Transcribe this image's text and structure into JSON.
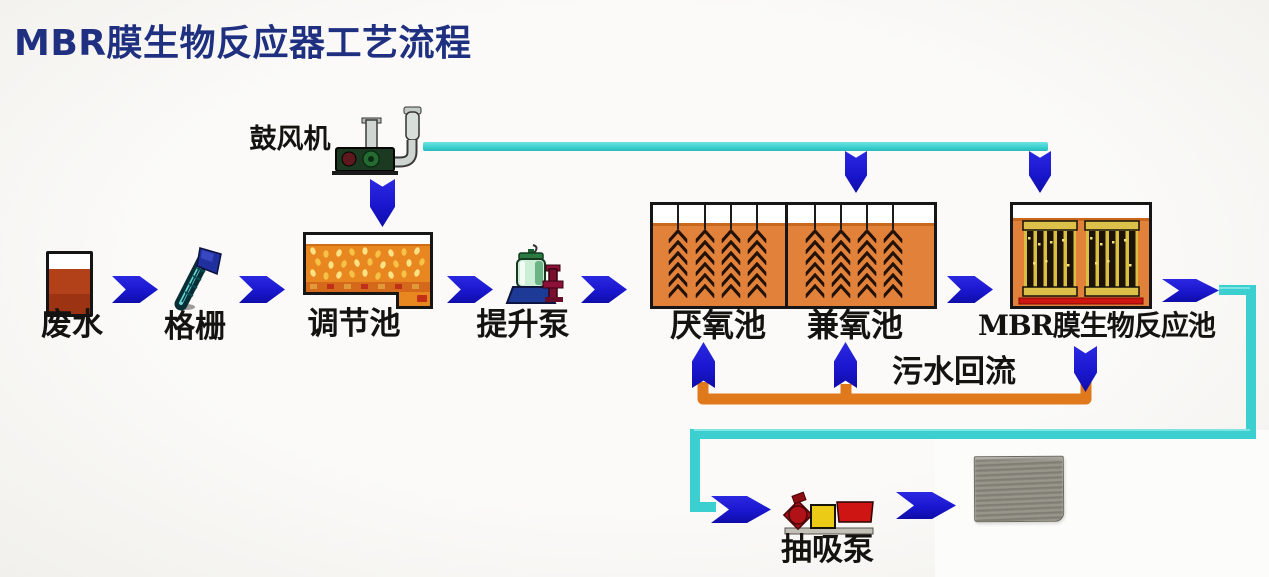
{
  "title": "MBR膜生物反应器工艺流程",
  "labels": {
    "blower": "鼓风机",
    "wastewater": "废水",
    "screen": "格栅",
    "regulating_tank": "调节池",
    "lift_pump": "提升泵",
    "anaerobic_tank": "厌氧池",
    "facultative_tank": "兼氧池",
    "mbr_tank": "MBR膜生物反应池",
    "return_flow": "污水回流",
    "suction_pump": "抽吸泵"
  },
  "colors": {
    "title_navy": "#1f3080",
    "arrow_blue": "#1a17cf",
    "air_effluent_cyan": "#3bcfd0",
    "return_orange": "#e0791c",
    "tank_fill_orange": "#e1813a",
    "reg_tank_orange": "#e8861f",
    "tank_border_black": "#161616",
    "aeration_bar_red": "#d01510",
    "wastewater_brown": "#a93c17",
    "membrane_yellow": "#d9c040",
    "lift_pump_green": "#cdeed6",
    "pump_base_blue": "#1d3a96",
    "suction_pump_red": "#a80f18",
    "sludge_gray": "#8d8b80"
  },
  "structure": {
    "bio_tank": {
      "compartments": 2,
      "media_columns": 8,
      "chevrons_per_column": 6
    },
    "mbr_tank": {
      "membrane_modules": 2,
      "stripes_per_module": 5
    }
  },
  "flow_sequence": [
    "废水",
    "格栅",
    "调节池",
    "提升泵",
    "厌氧池",
    "兼氧池",
    "MBR膜生物反应池",
    "抽吸泵"
  ]
}
